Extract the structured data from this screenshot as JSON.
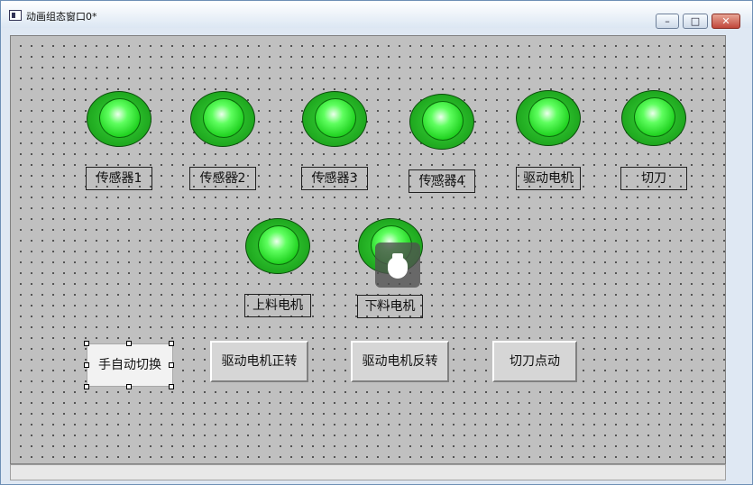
{
  "window": {
    "title": "动画组态窗口0*",
    "controls": {
      "minimize_icon": "minimize-icon",
      "maximize_icon": "maximize-icon",
      "close_icon": "close-icon"
    },
    "minimize_glyph": "–",
    "maximize_glyph": "□",
    "close_glyph": "✕"
  },
  "lamps": [
    {
      "label": "传感器1",
      "color": "#22d322"
    },
    {
      "label": "传感器2",
      "color": "#22d322"
    },
    {
      "label": "传感器3",
      "color": "#22d322"
    },
    {
      "label": "传感器4",
      "color": "#22d322"
    },
    {
      "label": "驱动电机",
      "color": "#22d322"
    },
    {
      "label": "切刀",
      "color": "#22d322"
    },
    {
      "label": "上料电机",
      "color": "#22d322"
    },
    {
      "label": "下料电机",
      "color": "#22d322"
    }
  ],
  "buttons": [
    {
      "label": "手自动切换",
      "selected": true
    },
    {
      "label": "驱动电机正转"
    },
    {
      "label": "驱动电机反转"
    },
    {
      "label": "切刀点动"
    }
  ],
  "cursor": {
    "icon": "hand-cursor-icon"
  }
}
